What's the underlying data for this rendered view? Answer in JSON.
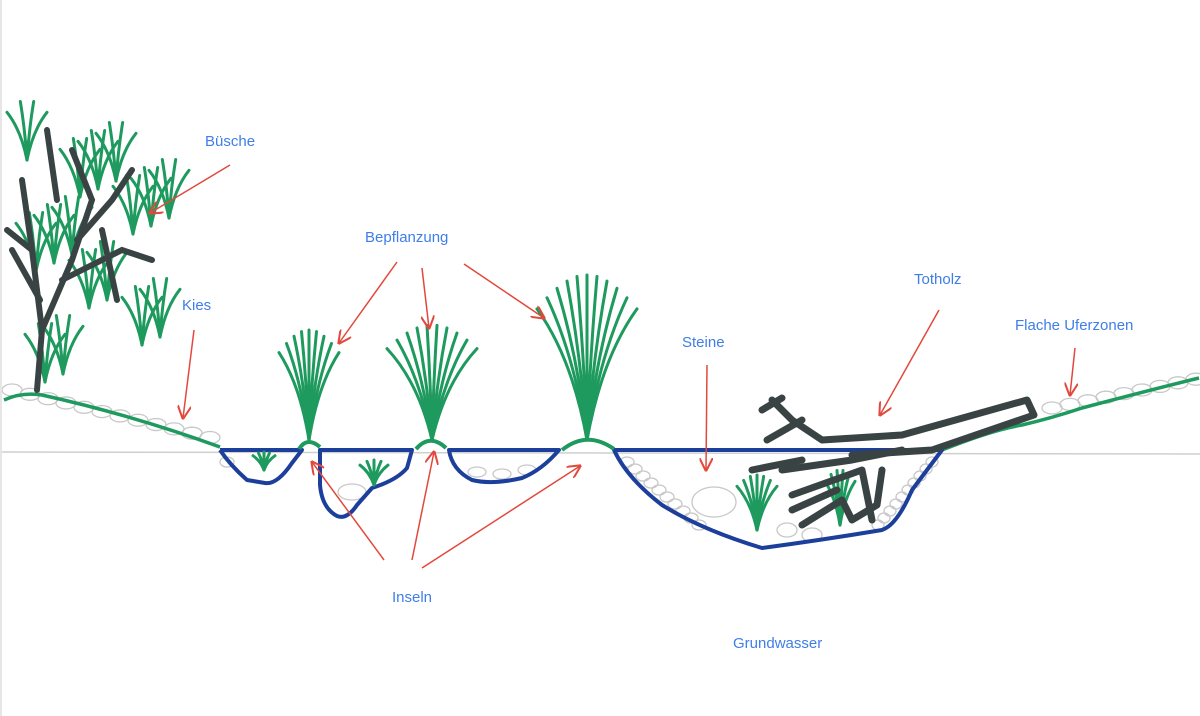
{
  "labels": {
    "busche": "Büsche",
    "bepflanzung": "Bepflanzung",
    "kies": "Kies",
    "totholz": "Totholz",
    "flache_uferzonen": "Flache Uferzonen",
    "steine": "Steine",
    "inseln": "Inseln",
    "grundwasser": "Grundwasser"
  },
  "colors": {
    "label": "#3f7ee8",
    "arrow": "#e2483c",
    "water": "#1c3f9c",
    "plant": "#1e9a5e",
    "wood": "#3a4343",
    "stone": "#c8c8c8"
  }
}
